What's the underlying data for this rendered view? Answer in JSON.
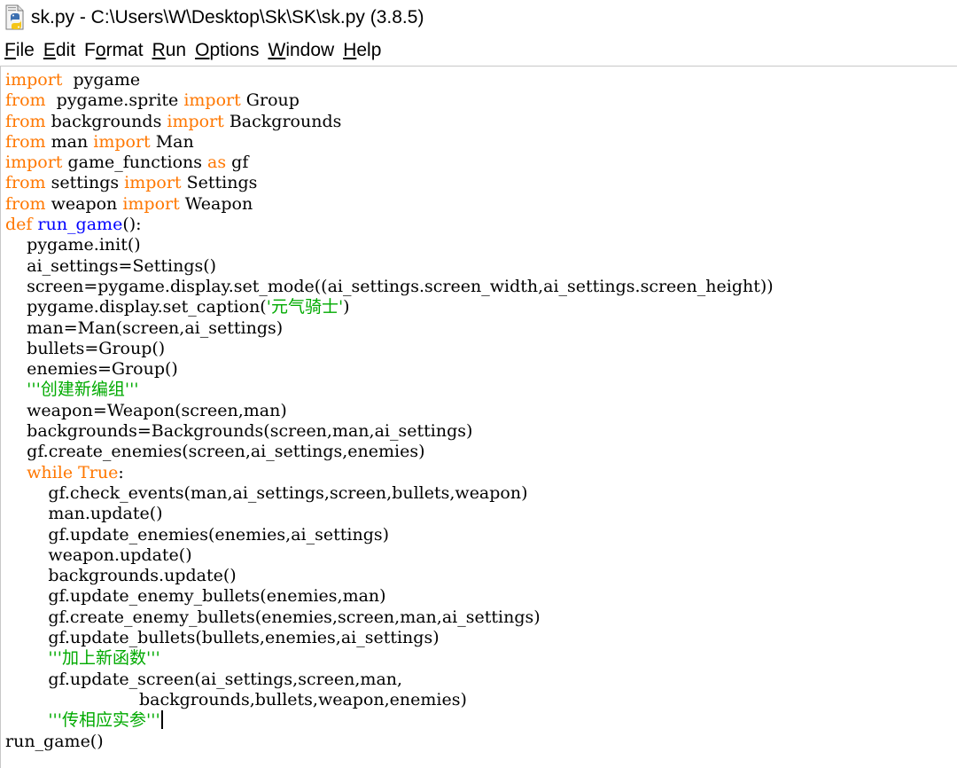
{
  "window": {
    "title": "sk.py - C:\\Users\\W\\Desktop\\Sk\\SK\\sk.py (3.8.5)",
    "icon": "python-file-icon"
  },
  "menu": [
    {
      "mnemonic": "F",
      "rest": "ile"
    },
    {
      "mnemonic": "E",
      "rest": "dit"
    },
    {
      "pre": "F",
      "mnemonic": "o",
      "rest": "rmat"
    },
    {
      "mnemonic": "R",
      "rest": "un"
    },
    {
      "mnemonic": "O",
      "rest": "ptions"
    },
    {
      "mnemonic": "W",
      "rest": "indow"
    },
    {
      "mnemonic": "H",
      "rest": "elp"
    }
  ],
  "colors": {
    "keyword": "#ff7700",
    "definition": "#0000ff",
    "string": "#00aa00",
    "text": "#000000"
  },
  "code_lines": [
    [
      [
        "kw",
        "import"
      ],
      [
        "",
        "  pygame"
      ]
    ],
    [
      [
        "kw",
        "from"
      ],
      [
        "",
        "  pygame.sprite "
      ],
      [
        "kw",
        "import"
      ],
      [
        "",
        " Group"
      ]
    ],
    [
      [
        "kw",
        "from"
      ],
      [
        "",
        " backgrounds "
      ],
      [
        "kw",
        "import"
      ],
      [
        "",
        " Backgrounds"
      ]
    ],
    [
      [
        "kw",
        "from"
      ],
      [
        "",
        " man "
      ],
      [
        "kw",
        "import"
      ],
      [
        "",
        " Man"
      ]
    ],
    [
      [
        "kw",
        "import"
      ],
      [
        "",
        " game_functions "
      ],
      [
        "kw",
        "as"
      ],
      [
        "",
        " gf"
      ]
    ],
    [
      [
        "kw",
        "from"
      ],
      [
        "",
        " settings "
      ],
      [
        "kw",
        "import"
      ],
      [
        "",
        " Settings"
      ]
    ],
    [
      [
        "kw",
        "from"
      ],
      [
        "",
        " weapon "
      ],
      [
        "kw",
        "import"
      ],
      [
        "",
        " Weapon"
      ]
    ],
    [
      [
        "kw",
        "def"
      ],
      [
        "",
        " "
      ],
      [
        "def",
        "run_game"
      ],
      [
        "",
        "():"
      ]
    ],
    [
      [
        "",
        "    pygame.init()"
      ]
    ],
    [
      [
        "",
        "    ai_settings=Settings()"
      ]
    ],
    [
      [
        "",
        "    screen=pygame.display.set_mode((ai_settings.screen_width,ai_settings.screen_height))"
      ]
    ],
    [
      [
        "",
        "    pygame.display.set_caption("
      ],
      [
        "str",
        "'元气骑士'"
      ],
      [
        "",
        ")"
      ]
    ],
    [
      [
        "",
        "    man=Man(screen,ai_settings)"
      ]
    ],
    [
      [
        "",
        "    bullets=Group()"
      ]
    ],
    [
      [
        "",
        "    enemies=Group()"
      ]
    ],
    [
      [
        "",
        "    "
      ],
      [
        "str",
        "'''创建新编组'''"
      ]
    ],
    [
      [
        "",
        "    weapon=Weapon(screen,man)"
      ]
    ],
    [
      [
        "",
        "    backgrounds=Backgrounds(screen,man,ai_settings)"
      ]
    ],
    [
      [
        "",
        "    gf.create_enemies(screen,ai_settings,enemies)"
      ]
    ],
    [
      [
        "",
        "    "
      ],
      [
        "kw",
        "while"
      ],
      [
        "",
        " "
      ],
      [
        "kw",
        "True"
      ],
      [
        "",
        ":"
      ]
    ],
    [
      [
        "",
        "        gf.check_events(man,ai_settings,screen,bullets,weapon)"
      ]
    ],
    [
      [
        "",
        "        man.update()"
      ]
    ],
    [
      [
        "",
        "        gf.update_enemies(enemies,ai_settings)"
      ]
    ],
    [
      [
        "",
        "        weapon.update()"
      ]
    ],
    [
      [
        "",
        "        backgrounds.update()"
      ]
    ],
    [
      [
        "",
        "        gf.update_enemy_bullets(enemies,man)"
      ]
    ],
    [
      [
        "",
        "        gf.create_enemy_bullets(enemies,screen,man,ai_settings)"
      ]
    ],
    [
      [
        "",
        "        gf.update_bullets(bullets,enemies,ai_settings)"
      ]
    ],
    [
      [
        "",
        "        "
      ],
      [
        "str",
        "'''加上新函数'''"
      ]
    ],
    [
      [
        "",
        "        gf.update_screen(ai_settings,screen,man,"
      ]
    ],
    [
      [
        "",
        "                         backgrounds,bullets,weapon,enemies)"
      ]
    ],
    [
      [
        "",
        "        "
      ],
      [
        "str",
        "'''传相应实参'''"
      ],
      [
        "caret",
        ""
      ]
    ],
    [
      [
        "",
        "run_game()"
      ]
    ]
  ]
}
